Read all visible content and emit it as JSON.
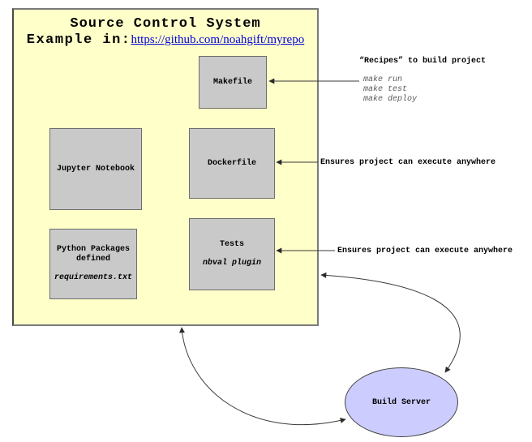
{
  "colors": {
    "container_fill": "#FFFFC9",
    "container_border": "#7A7A7A",
    "node_fill": "#C9C9C9",
    "node_border": "#6E6E6E",
    "ellipse_fill": "#CCCCFF",
    "ellipse_border": "#404040",
    "link_blue": "#0000DD",
    "arrow": "#3A3A3A",
    "muted_text": "#595959"
  },
  "source_control": {
    "title": "Source Control System",
    "example_label": "Example in:",
    "repo_link": "https://github.com/noahgift/myrepo",
    "boxes": {
      "makefile": {
        "label": "Makefile"
      },
      "jupyter_notebook": {
        "label": "Jupyter Notebook"
      },
      "dockerfile": {
        "label": "Dockerfile"
      },
      "python_packages": {
        "line1": "Python Packages",
        "line2": "defined",
        "file": "requirements.txt"
      },
      "tests": {
        "label": "Tests",
        "plugin": "nbval plugin"
      }
    }
  },
  "annotations": {
    "recipes_heading": "“Recipes” to build project",
    "make_commands": [
      "make run",
      "make test",
      "make deploy"
    ],
    "dockerfile_note": "Ensures project can execute anywhere",
    "tests_note": "Ensures project can execute anywhere"
  },
  "build_server": {
    "label": "Build Server"
  }
}
